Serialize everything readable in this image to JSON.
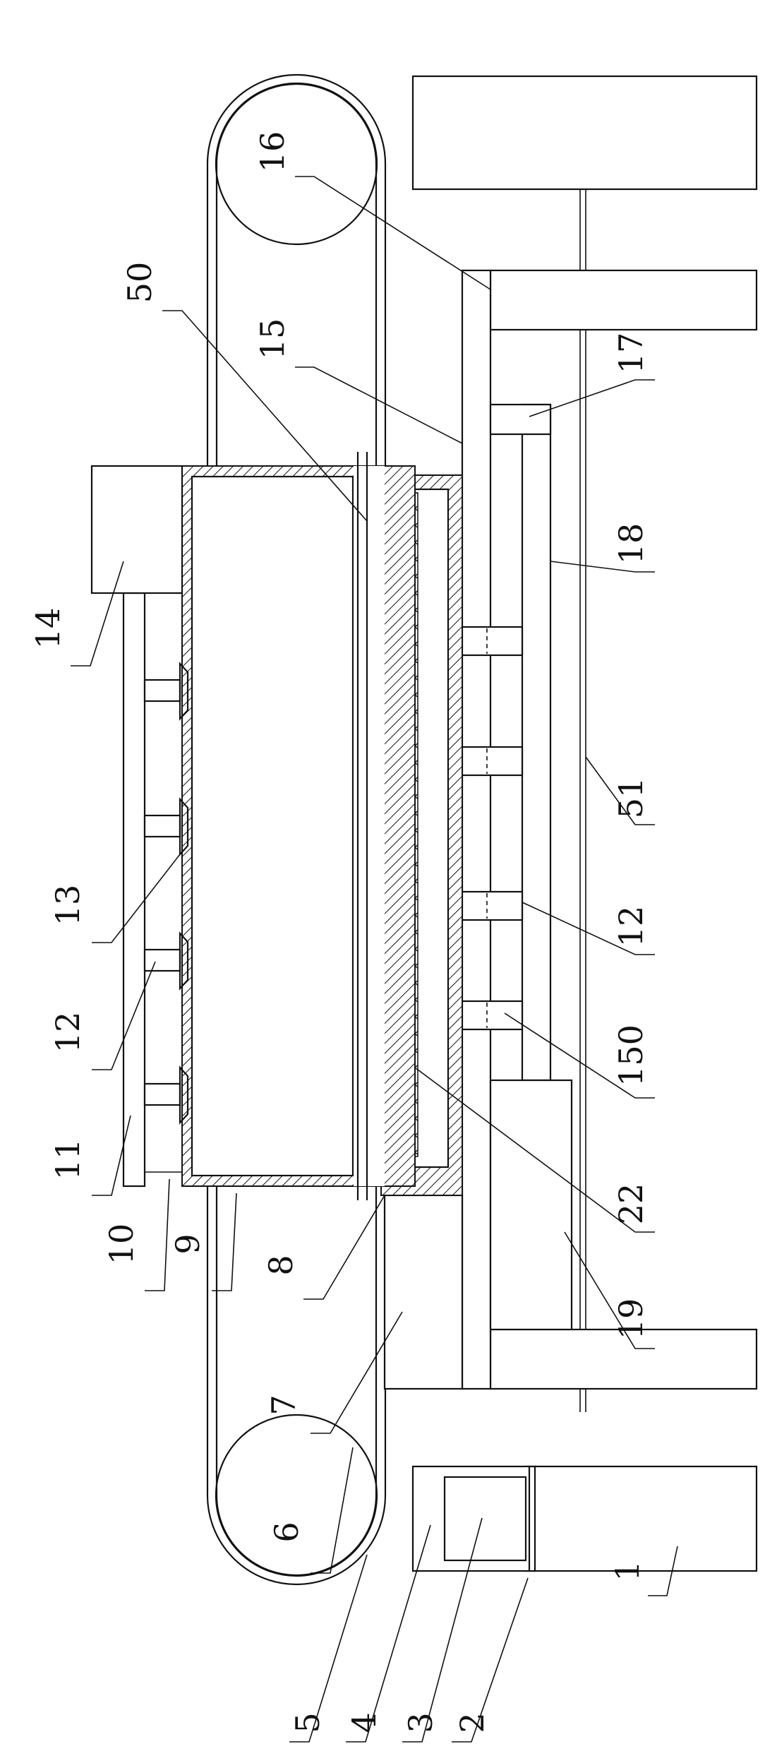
{
  "labels": {
    "l1": "1",
    "l2": "2",
    "l3": "3",
    "l4": "4",
    "l5": "5",
    "l6": "6",
    "l7": "7",
    "l8": "8",
    "l9": "9",
    "l10": "10",
    "l11": "11",
    "l12a": "12",
    "l12b": "12",
    "l13": "13",
    "l14": "14",
    "l15": "15",
    "l16": "16",
    "l17": "17",
    "l18": "18",
    "l19": "19",
    "l22": "22",
    "l50": "50",
    "l51": "51",
    "l150": "150"
  }
}
